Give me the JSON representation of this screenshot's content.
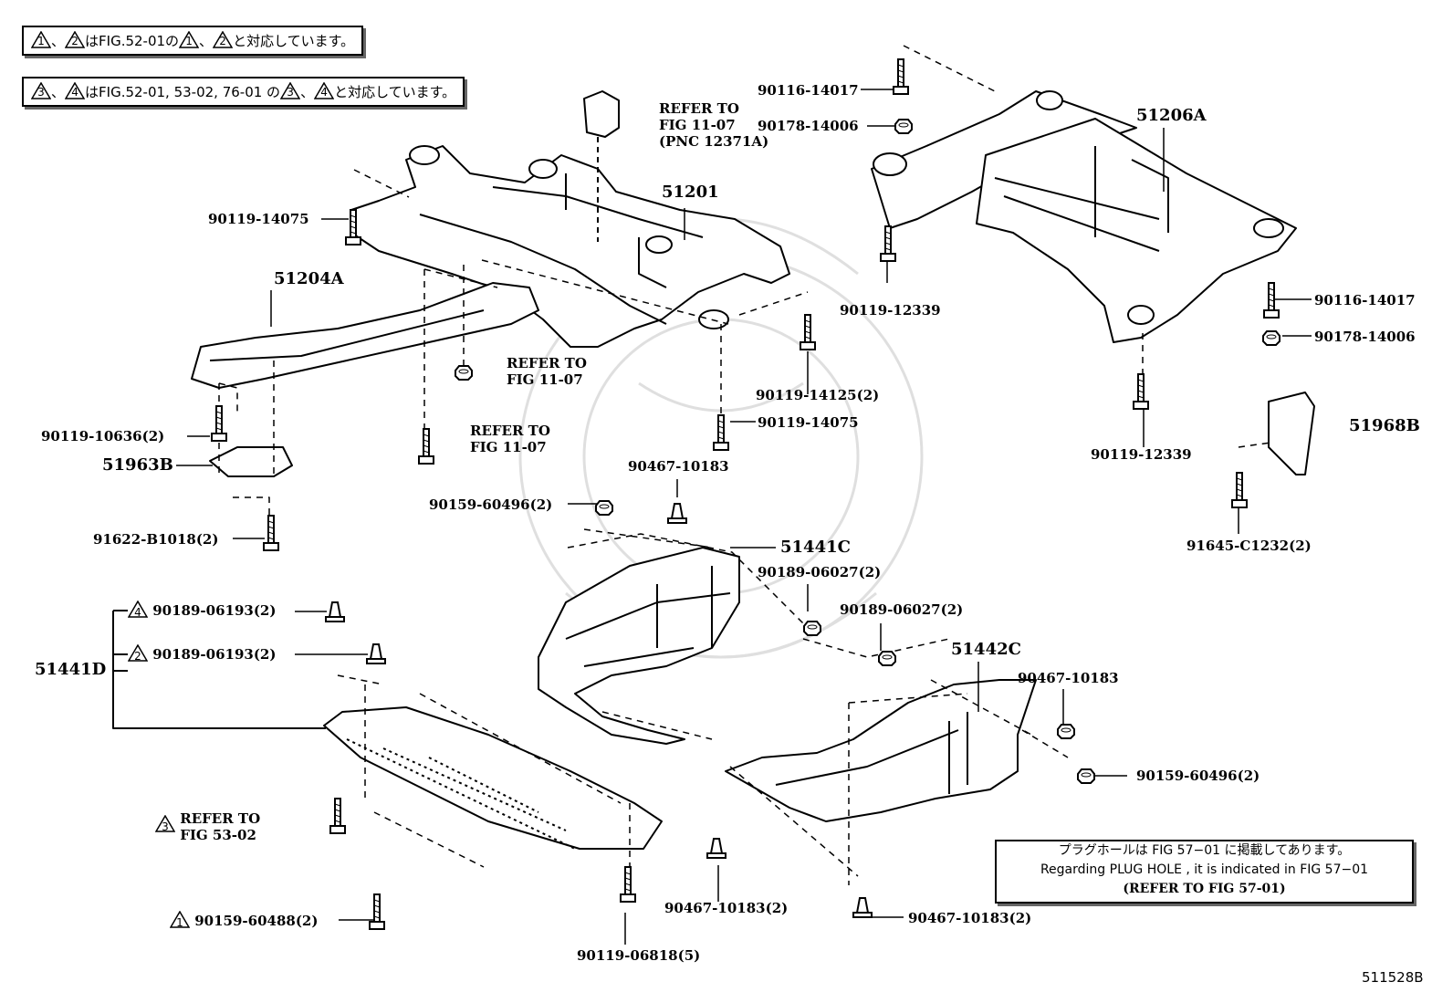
{
  "notes": {
    "note1": {
      "t1": "1",
      "sep1": "、",
      "t2": "2",
      "text": "はFIG.52-01の",
      "t3": "1",
      "sep2": "、",
      "t4": "2",
      "tail": "と対応しています。"
    },
    "note2": {
      "t1": "3",
      "sep1": "、",
      "t2": "4",
      "text": "はFIG.52-01, 53-02, 76-01 の",
      "t3": "3",
      "sep2": "、",
      "t4": "4",
      "tail": "と対応しています。"
    }
  },
  "refer_engine_mount": {
    "line1": "REFER TO",
    "line2": "FIG 11-07",
    "line3": "(PNC 12371A)"
  },
  "parts": {
    "p51201": "51201",
    "p51204A": "51204A",
    "p51206A": "51206A",
    "p51963B": "51963B",
    "p51968B": "51968B",
    "p51441C": "51441C",
    "p51442C": "51442C",
    "p51441D": "51441D"
  },
  "fasteners": {
    "f90116_14017_top": "90116-14017",
    "f90178_14006_top": "90178-14006",
    "f90119_14075_left": "90119-14075",
    "f90119_12339_mid": "90119-12339",
    "f90116_14017_right": "90116-14017",
    "f90178_14006_right": "90178-14006",
    "f90119_14125": "90119-14125(2)",
    "f90119_14075_mid": "90119-14075",
    "f90119_10636": "90119-10636(2)",
    "f90467_10183_top": "90467-10183",
    "f90119_12339_right": "90119-12339",
    "f90159_60496_left": "90159-60496(2)",
    "f91622_B1018": "91622-B1018(2)",
    "f91645_C1232": "91645-C1232(2)",
    "f90189_06027_a": "90189-06027(2)",
    "f90189_06027_b": "90189-06027(2)",
    "f90189_06193_4": "90189-06193(2)",
    "f90189_06193_2": "90189-06193(2)",
    "f90467_10183_right": "90467-10183",
    "f90159_60496_right": "90159-60496(2)",
    "f90159_60488": "90159-60488(2)",
    "f90467_10183_bot1": "90467-10183(2)",
    "f90467_10183_bot2": "90467-10183(2)",
    "f90119_06818": "90119-06818(5)"
  },
  "refers": {
    "r_nut": {
      "line1": "REFER TO",
      "line2": "FIG 11-07"
    },
    "r_bolt": {
      "line1": "REFER TO",
      "line2": "FIG 11-07"
    },
    "r_53": {
      "tri": "3",
      "line1": "REFER TO",
      "line2": "FIG 53-02"
    }
  },
  "markers": {
    "m4": "4",
    "m2": "2",
    "m1": "1"
  },
  "plug_note": {
    "jp": "プラグホールは FIG 57−01 に掲載してあります。",
    "en": "Regarding  PLUG  HOLE , it is indicated in  FIG  57−01",
    "ref": "(REFER TO FIG 57-01)"
  },
  "diagram_id": "511528B"
}
